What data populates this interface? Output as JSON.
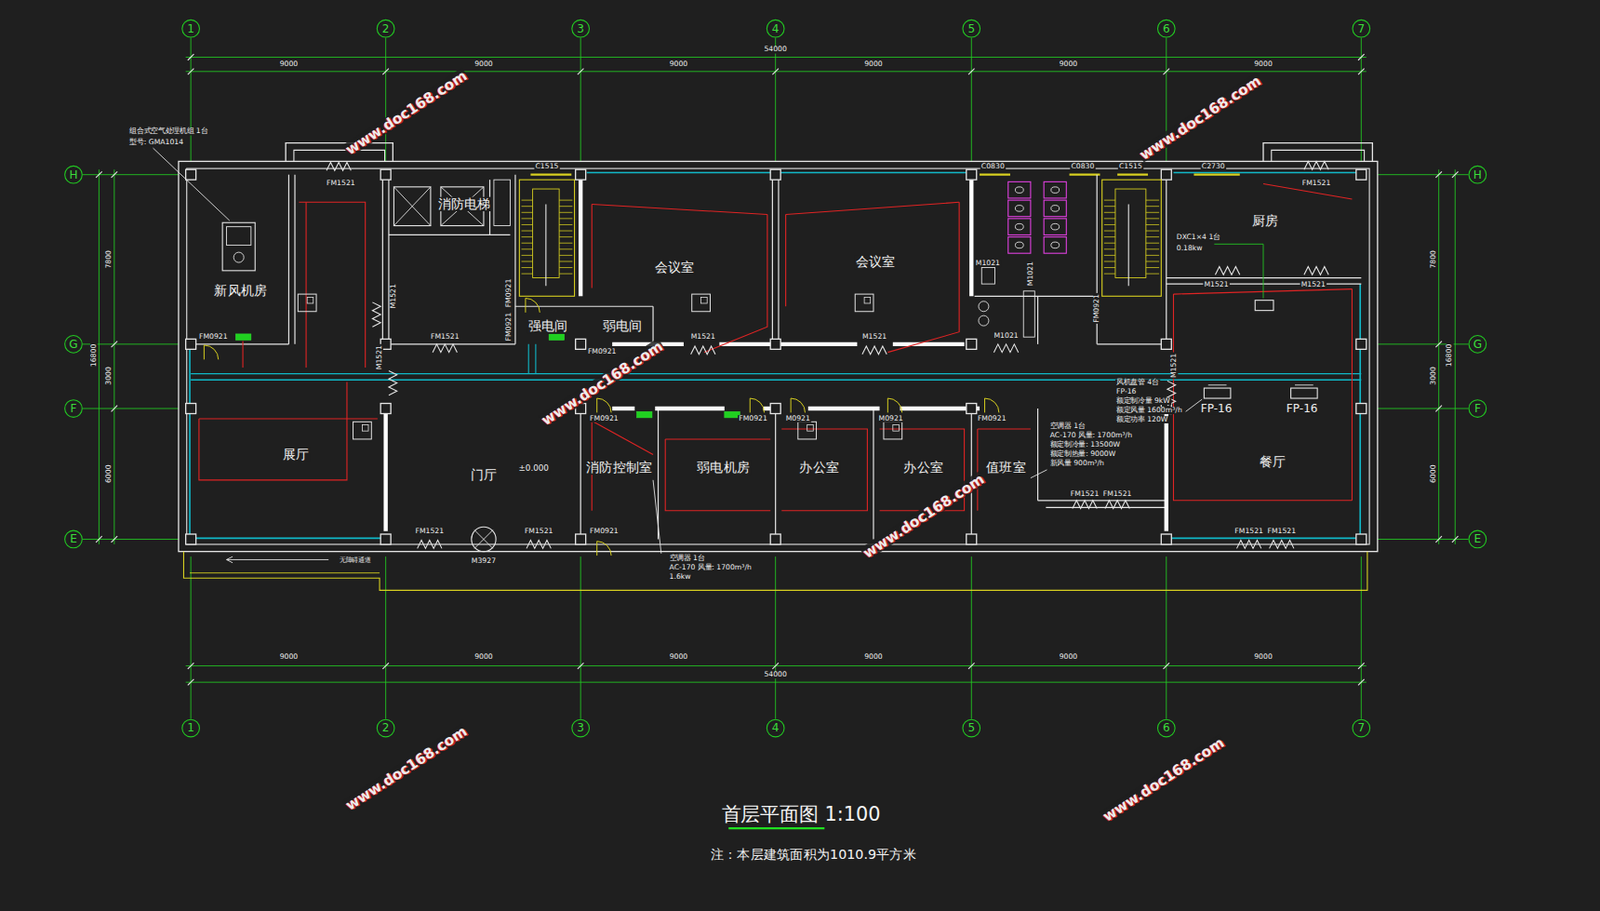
{
  "diagram": {
    "title": "首层平面图 1:100",
    "caption": "注：本层建筑面积为1010.9平方米",
    "nodes": [
      {
        "text": [
          "新风机房"
        ]
      },
      {
        "text": [
          "消防电梯"
        ]
      },
      {
        "text": [
          "会议室"
        ]
      },
      {
        "text": [
          "会议室"
        ]
      },
      {
        "text": [
          "强电间"
        ]
      },
      {
        "text": [
          "弱电间"
        ]
      },
      {
        "text": [
          "厨房"
        ]
      },
      {
        "text": [
          "展厅"
        ]
      },
      {
        "text": [
          "门厅"
        ]
      },
      {
        "text": [
          "消防控制室"
        ]
      },
      {
        "text": [
          "弱电机房"
        ]
      },
      {
        "text": [
          "办公室"
        ]
      },
      {
        "text": [
          "办公室"
        ]
      },
      {
        "text": [
          "值班室"
        ]
      },
      {
        "text": [
          "餐厅"
        ]
      }
    ],
    "labels": [
      "1",
      "2",
      "3",
      "4",
      "5",
      "6",
      "7",
      "1",
      "2",
      "3",
      "4",
      "5",
      "6",
      "7",
      "H",
      "G",
      "F",
      "E",
      "H",
      "G",
      "F",
      "E",
      "54000",
      "9000",
      "9000",
      "9000",
      "9000",
      "9000",
      "9000",
      "9000",
      "9000",
      "9000",
      "9000",
      "9000",
      "9000",
      "54000",
      "7800",
      "3000",
      "6000",
      "16800",
      "7800",
      "3000",
      "6000",
      "16800",
      "FM1521",
      "C1515",
      "C0830",
      "C0830",
      "C1515",
      "C2730",
      "FM1521",
      "M1521",
      "FM1521",
      "FM0921",
      "FM0921",
      "FM0921",
      "FM0921",
      "M1521",
      "M1521",
      "M1021",
      "M1021",
      "M1021",
      "FM0921",
      "M1521",
      "M1521",
      "M1521",
      "M1521",
      "FM0921",
      "FM0921",
      "M0921",
      "M0921",
      "FM0921",
      "FM1521",
      "FM1521",
      "M3927",
      "FM0921",
      "FM1521",
      "FM1521",
      "FM1521",
      "FM1521",
      "±0.000",
      "组合式空气处理机组 1台",
      "型号: GMA1014",
      "DXC1×4 1台",
      "0.18kw",
      "风机盘管 4台",
      "FP-16",
      "额定制冷量 9kW",
      "额定风量 1600m³/h",
      "额定功率 120W",
      "FP-16",
      "FP-16",
      "空调器 1台",
      "AC-170 风量: 1700m³/h",
      "额定制冷量: 13500W",
      "额定制热量: 9000W",
      "新风量 900m³/h",
      "空调器 1台",
      "AC-170 风量: 1700m³/h",
      "1.6kw",
      "无障碍通道",
      "www.doc168.com",
      "www.doc168.com",
      "www.doc168.com",
      "www.doc168.com",
      "www.doc168.com",
      "www.doc168.com"
    ]
  }
}
